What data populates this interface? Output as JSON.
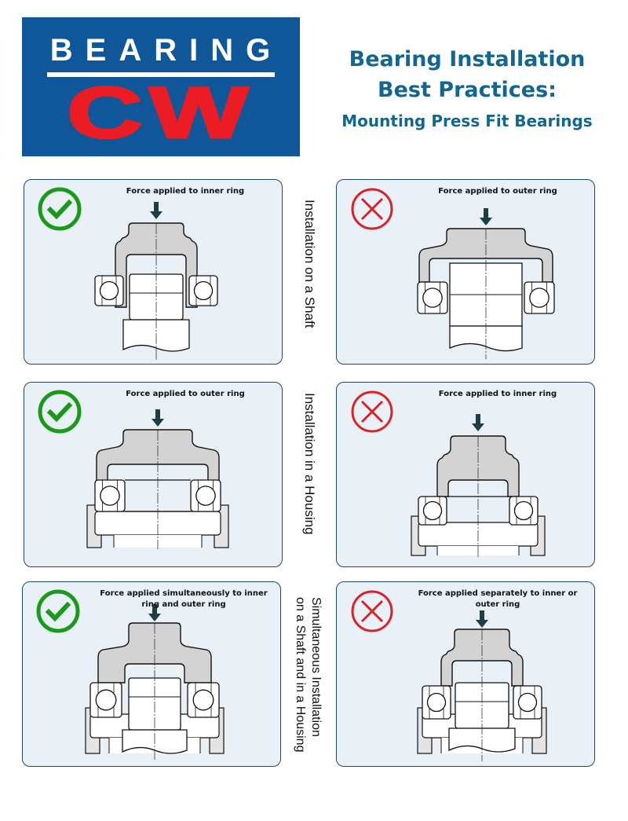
{
  "logo": {
    "word": "BEARING",
    "mark": "CW",
    "colors": {
      "background": "#0f5798",
      "word": "#ffffff",
      "mark": "#ec1c24"
    }
  },
  "header": {
    "title_line1": "Bearing Installation",
    "title_line2": "Best Practices:",
    "subtitle": "Mounting Press Fit Bearings",
    "color": "#13668f"
  },
  "rows": [
    {
      "label": "Installation on a Shaft",
      "label_lines": [
        "Installation on a Shaft"
      ]
    },
    {
      "label": "Installation in a Housing",
      "label_lines": [
        "Installation in a Housing"
      ]
    },
    {
      "label": "Simultaneous Installation on a Shaft and in a Housing",
      "label_lines": [
        "Simultaneous Installation",
        "on a Shaft and in a Housing"
      ]
    }
  ],
  "panels": [
    {
      "verdict": "correct",
      "icon": "check-icon",
      "caption": "Force applied to inner ring",
      "scenario": "shaft"
    },
    {
      "verdict": "incorrect",
      "icon": "x-icon",
      "caption": "Force applied to outer ring",
      "scenario": "shaft"
    },
    {
      "verdict": "correct",
      "icon": "check-icon",
      "caption": "Force applied to outer ring",
      "scenario": "housing"
    },
    {
      "verdict": "incorrect",
      "icon": "x-icon",
      "caption": "Force applied to inner ring",
      "scenario": "housing"
    },
    {
      "verdict": "correct",
      "icon": "check-icon",
      "caption": "Force applied simultaneously to inner ring and outer ring",
      "scenario": "both"
    },
    {
      "verdict": "incorrect",
      "icon": "x-icon",
      "caption": "Force applied separately to inner or outer ring",
      "scenario": "both"
    }
  ],
  "colors": {
    "correct": "#1a9a1a",
    "incorrect": "#d9232a",
    "panel_bg": "#e9f0f6",
    "panel_border": "#23476b",
    "tool_fill": "#d3d3d3",
    "arrow": "#1d3d47"
  }
}
